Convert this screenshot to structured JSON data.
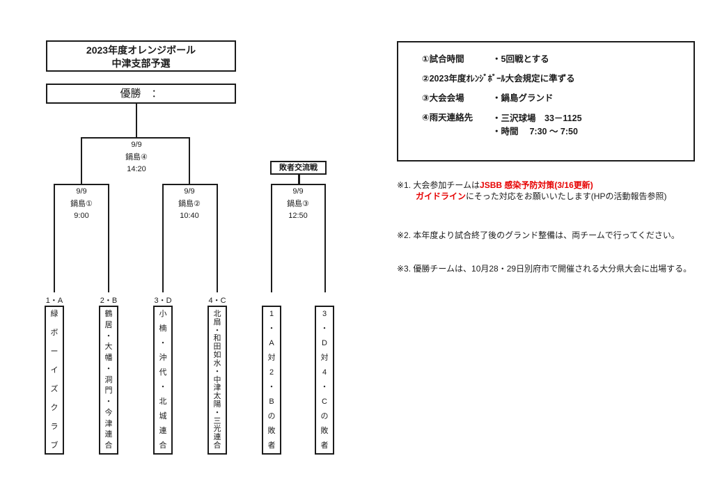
{
  "colors": {
    "ink": "#1b1b1b",
    "accent_red": "#e60000"
  },
  "title_box": {
    "line1": "2023年度オレンジボール",
    "line2": "中津支部予選"
  },
  "champion_box": {
    "label": "優勝　："
  },
  "bracket": {
    "final": {
      "date": "9/9",
      "venue": "鍋島④",
      "time": "14:20"
    },
    "semi1": {
      "date": "9/9",
      "venue": "鍋島①",
      "time": "9:00"
    },
    "semi2": {
      "date": "9/9",
      "venue": "鍋島②",
      "time": "10:40"
    },
    "consolation": {
      "title": "敗者交流戦",
      "date": "9/9",
      "venue": "鍋島③",
      "time": "12:50"
    }
  },
  "teams": [
    {
      "seed": "1・A",
      "name": "緑ボーイズクラブ"
    },
    {
      "seed": "2・B",
      "name": "鶴居・大幡・洞門・今津連合"
    },
    {
      "seed": "3・D",
      "name": "小楠・沖代・北城連合"
    },
    {
      "seed": "4・C",
      "name": "北扇・和田如水・中津太陽・三光連合"
    },
    {
      "seed": "",
      "name": "1・A対2・Bの敗者"
    },
    {
      "seed": "",
      "name": "3・D対4・Cの敗者"
    }
  ],
  "info_box": {
    "rows": [
      {
        "label": "①試合時間",
        "value": "・5回戦とする"
      },
      {
        "label": "②2023年度ｵﾚﾝｼﾞﾎﾞｰﾙ大会規定に準ずる",
        "value": ""
      },
      {
        "label": "③大会会場",
        "value": "・鍋島グランド"
      },
      {
        "label": "④雨天連絡先",
        "value": "・三沢球場　33－1125",
        "value2": "・時間　 7:30 ～ 7:50"
      }
    ]
  },
  "notes": {
    "n1_black1": "※1. 大会参加チームは",
    "n1_red1": "JSBB 感染予防対策(3/16更新)",
    "n1_red2": "ガイドライン",
    "n1_black2": "にそった対応をお願いいたします(HPの活動報告参照)",
    "n2": "※2. 本年度より試合終了後のグランド整備は、両チームで行ってください。",
    "n3": "※3. 優勝チームは、10月28・29日別府市で開催される大分県大会に出場する。"
  }
}
